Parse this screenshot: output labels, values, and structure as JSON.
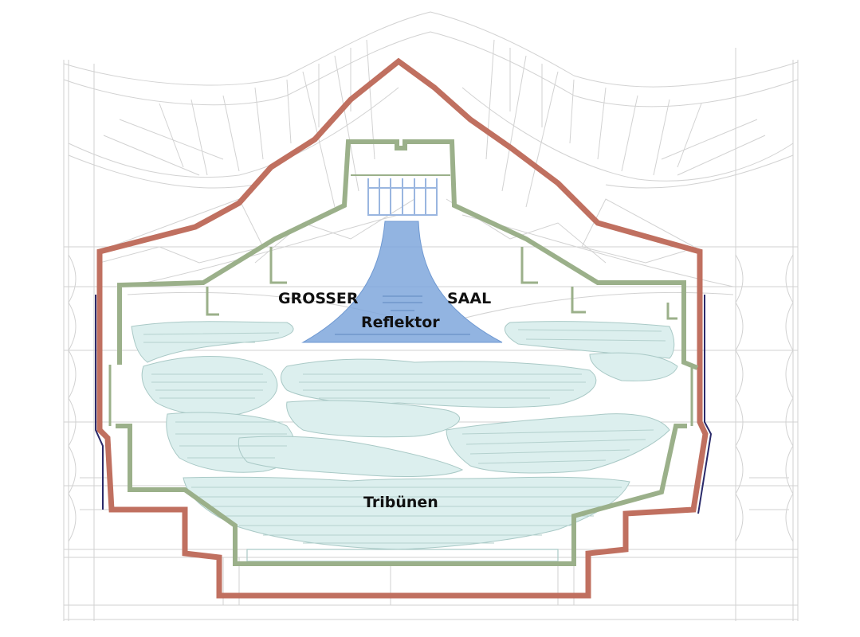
{
  "labels": {
    "grosser": "GROSSER",
    "saal": "SAAL",
    "reflektor": "Reflektor",
    "tribuenen": "Tribünen"
  },
  "colors": {
    "outer_shell": "#c07060",
    "inner_hall": "#9bb08a",
    "reflector": "#7fa7dc",
    "reflector_frame": "#9ab6e0",
    "seating_fill": "#dcefee",
    "seating_line": "#a9c9c6",
    "structure_line": "#cfcfcf",
    "facade_line": "#2a2a6a"
  }
}
